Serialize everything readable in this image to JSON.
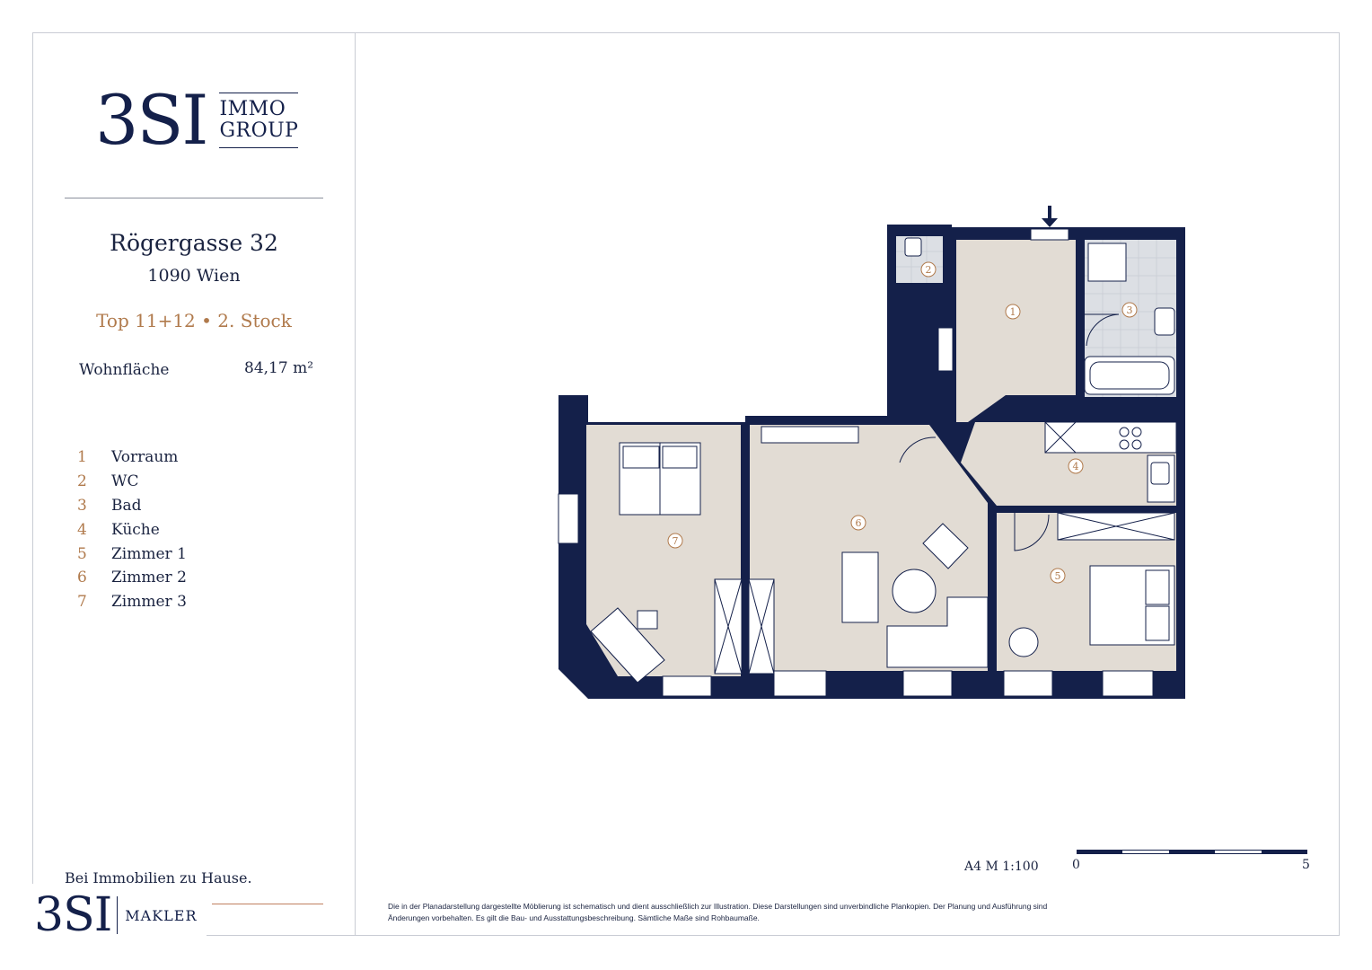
{
  "brand": {
    "logo_main": "3SI",
    "logo_sub_1": "IMMO",
    "logo_sub_2": "GROUP"
  },
  "property": {
    "street": "Rögergasse 32",
    "city": "1090 Wien",
    "unit": "Top 11+12 • 2. Stock",
    "area_label": "Wohnfläche",
    "area_value": "84,17 m²"
  },
  "rooms": [
    {
      "num": "1",
      "name": "Vorraum"
    },
    {
      "num": "2",
      "name": "WC"
    },
    {
      "num": "3",
      "name": "Bad"
    },
    {
      "num": "4",
      "name": "Küche"
    },
    {
      "num": "5",
      "name": "Zimmer 1"
    },
    {
      "num": "6",
      "name": "Zimmer 2"
    },
    {
      "num": "7",
      "name": "Zimmer 3"
    }
  ],
  "footer": {
    "tagline": "Bei Immobilien zu Hause.",
    "makler_logo": "3SI",
    "makler_text": "MAKLER",
    "disclaimer": "Die in der Planadarstellung dargestellte Möblierung ist schematisch und dient ausschließlich zur Illustration. Diese Darstellungen sind unverbindliche Plankopien. Der Planung und Ausführung sind Änderungen vorbehalten. Es gilt die Bau- und Ausstattungsbeschreibung. Sämtliche Maße sind Rohbaumaße."
  },
  "scale": {
    "label": "A4  M 1:100",
    "start": "0",
    "end": "5"
  },
  "colors": {
    "wall": "#14204a",
    "floor": "#e2dcd4",
    "tile": "#dcdfe4",
    "accent": "#b07a4c"
  }
}
